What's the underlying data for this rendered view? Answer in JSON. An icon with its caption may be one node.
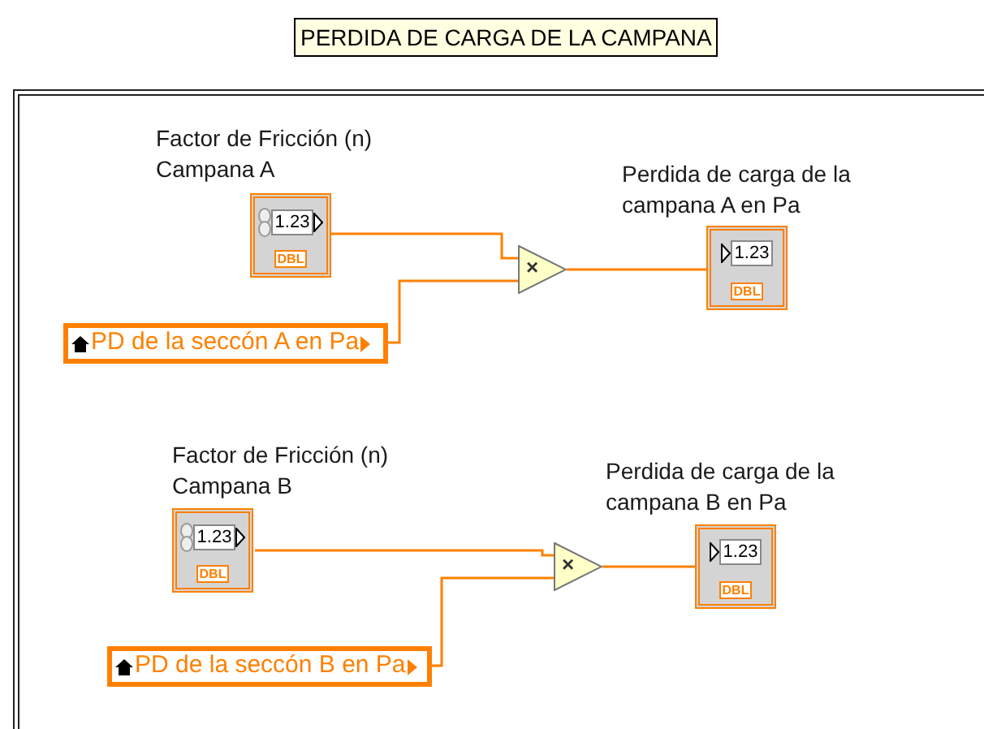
{
  "diagram": {
    "title": "PERDIDA DE CARGA DE LA CAMPANA",
    "nodes": [
      {
        "text": [],
        "shape": "box"
      },
      {
        "text": [
          "Factor de Fricción (n) Campana A",
          "1.23",
          "DBL"
        ],
        "in": 0
      },
      {
        "text": [
          "PD de la seccón A en Pa"
        ],
        "in": 0
      },
      {
        "text": [
          "×"
        ],
        "in": 0
      },
      {
        "text": [
          "Perdida de carga de la campana A en Pa",
          "1.23",
          "DBL"
        ],
        "in": 0
      },
      {
        "text": [
          "Factor de Fricción (n) Campana B",
          "1.23",
          "DBL"
        ],
        "in": 0
      },
      {
        "text": [
          "PD de la seccón B en Pa"
        ],
        "in": 0
      },
      {
        "text": [
          "×"
        ],
        "in": 0
      },
      {
        "text": [
          "Perdida de carga de la campana B en Pa",
          "1.23",
          "DBL"
        ],
        "in": 0
      }
    ],
    "edges": [
      {
        "from": 1,
        "to": 3,
        "arrow": "none"
      },
      {
        "from": 2,
        "to": 3,
        "arrow": "none"
      },
      {
        "from": 3,
        "to": 4,
        "arrow": "none"
      },
      {
        "from": 5,
        "to": 7,
        "arrow": "none"
      },
      {
        "from": 6,
        "to": 7,
        "arrow": "none"
      },
      {
        "from": 7,
        "to": 8,
        "arrow": "none"
      }
    ]
  }
}
